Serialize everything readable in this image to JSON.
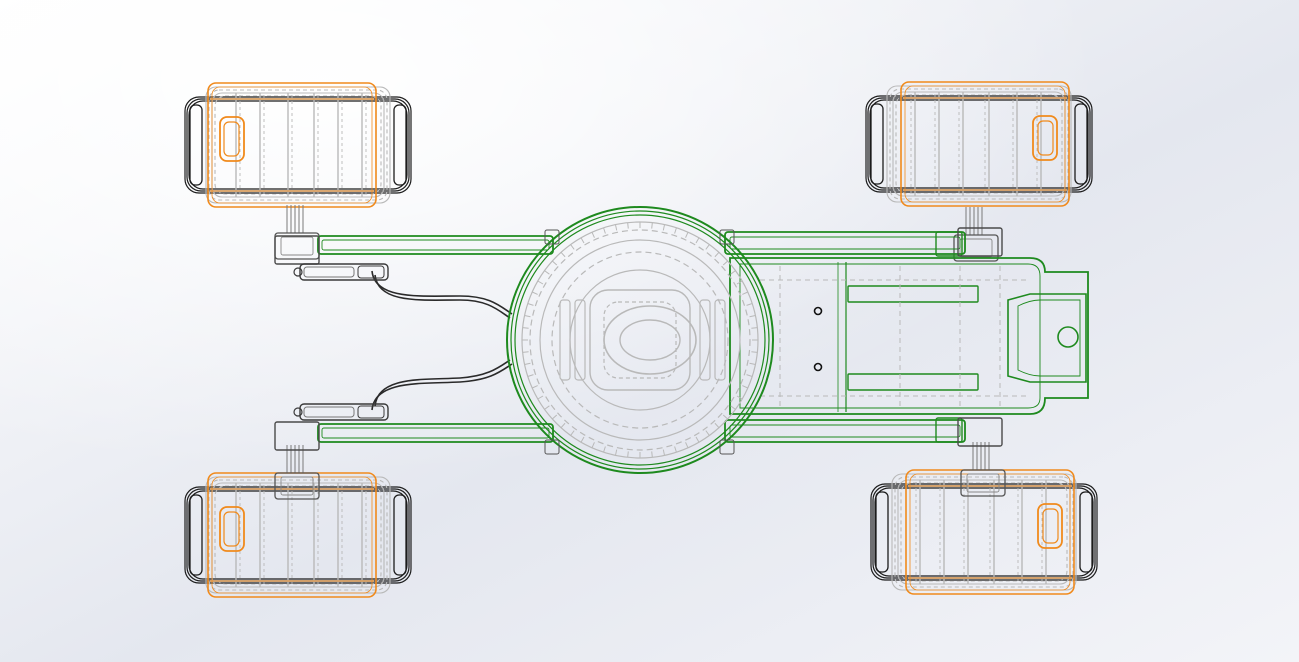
{
  "scene": {
    "background_colors": [
      "#ffffff",
      "#e4e7ef",
      "#f3f4f8"
    ],
    "colors": {
      "chassis_outline": "#1e8a1e",
      "wheel_hub_outline": "#f08a1c",
      "tire_outline": "#1c1c1c",
      "hidden_lines": "#b9b9b9",
      "hoses": "#2a2a2a"
    },
    "components": [
      {
        "name": "front-left-wheel",
        "icon": "wheel-icon"
      },
      {
        "name": "front-right-wheel",
        "icon": "wheel-icon"
      },
      {
        "name": "rear-left-wheel",
        "icon": "wheel-icon"
      },
      {
        "name": "rear-right-wheel",
        "icon": "wheel-icon"
      },
      {
        "name": "upper-suspension-arm",
        "icon": "arm-icon"
      },
      {
        "name": "lower-suspension-arm",
        "icon": "arm-icon"
      },
      {
        "name": "turret-ring",
        "icon": "turret-icon"
      },
      {
        "name": "main-chassis-plate",
        "icon": "chassis-icon"
      },
      {
        "name": "hydraulic-actuators",
        "icon": "actuator-icon"
      }
    ]
  }
}
